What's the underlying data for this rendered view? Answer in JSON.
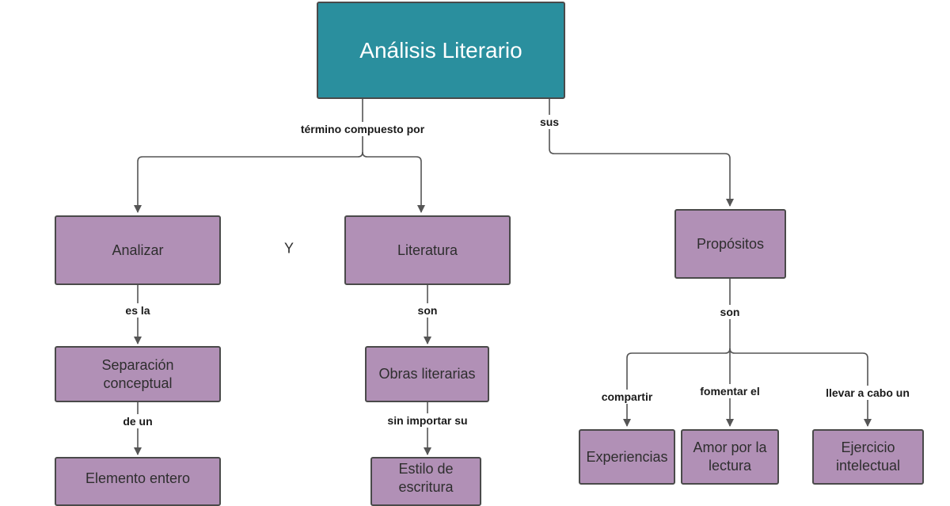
{
  "nodes": {
    "root": "Análisis Literario",
    "analizar": "Analizar",
    "literatura": "Literatura",
    "propositos": "Propósitos",
    "separacion": "Separación conceptual",
    "elemento": "Elemento entero",
    "obras": "Obras literarias",
    "estilo": "Estilo de escritura",
    "experiencias": "Experiencias",
    "amor": "Amor por la lectura",
    "ejercicio": "Ejercicio intelectual"
  },
  "connectors": {
    "termino": "término compuesto por",
    "sus": "sus",
    "es_la": "es la",
    "de_un": "de un",
    "son_literatura": "son",
    "sin_importar": "sin importar su",
    "son_propositos": "son",
    "compartir": "compartir",
    "fomentar": "fomentar el",
    "llevar": "llevar a cabo un"
  },
  "free_text": {
    "y": "Y"
  },
  "colors": {
    "root_fill": "#2a8f9e",
    "node_fill": "#b190b6",
    "border": "#4a4a4a",
    "line": "#555555"
  }
}
